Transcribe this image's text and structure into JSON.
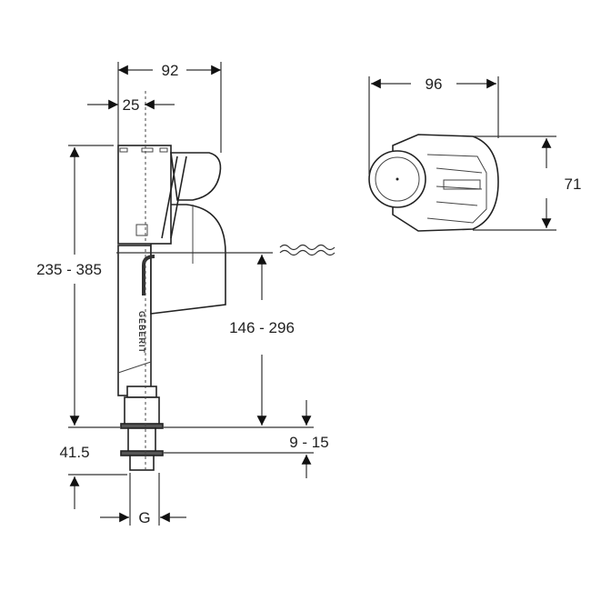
{
  "drawing": {
    "side_view": {
      "width_label": "92",
      "offset_label": "25",
      "height_label": "235 - 385",
      "water_level_label": "146 - 296",
      "thread_range_label": "9 - 15",
      "thread_length_label": "41.5",
      "thread_label": "G",
      "brand_mark": "GEBERIT"
    },
    "top_view": {
      "width_label": "96",
      "depth_label": "71"
    }
  }
}
